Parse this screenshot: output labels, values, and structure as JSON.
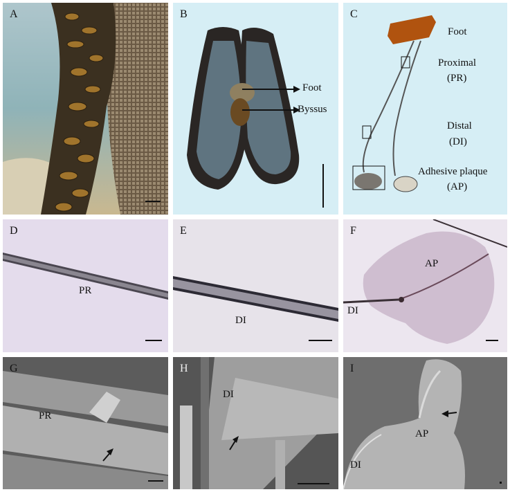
{
  "panels": {
    "a": {
      "label": "A"
    },
    "b": {
      "label": "B",
      "annotations": {
        "foot": "Foot",
        "byssus": "Byssus"
      }
    },
    "c": {
      "label": "C",
      "annotations": {
        "foot": "Foot",
        "proximal": "Proximal",
        "proximal_abbr": "(PR)",
        "distal": "Distal",
        "distal_abbr": "(DI)",
        "adhesive": "Adhesive plaque",
        "adhesive_abbr": "(AP)"
      }
    },
    "d": {
      "label": "D",
      "annotations": {
        "region": "PR"
      }
    },
    "e": {
      "label": "E",
      "annotations": {
        "region": "DI"
      }
    },
    "f": {
      "label": "F",
      "annotations": {
        "plaque": "AP",
        "thread": "DI"
      }
    },
    "g": {
      "label": "G",
      "annotations": {
        "region": "PR"
      }
    },
    "h": {
      "label": "H",
      "annotations": {
        "region": "DI"
      }
    },
    "i": {
      "label": "I",
      "annotations": {
        "plaque": "AP",
        "thread": "DI"
      }
    }
  },
  "colors": {
    "panel_bg_light_blue": "#d6eef5",
    "foot_brown": "#b0530f",
    "micrograph_bg": "#e4dcec",
    "sem_gray": "#6a6a6a"
  }
}
